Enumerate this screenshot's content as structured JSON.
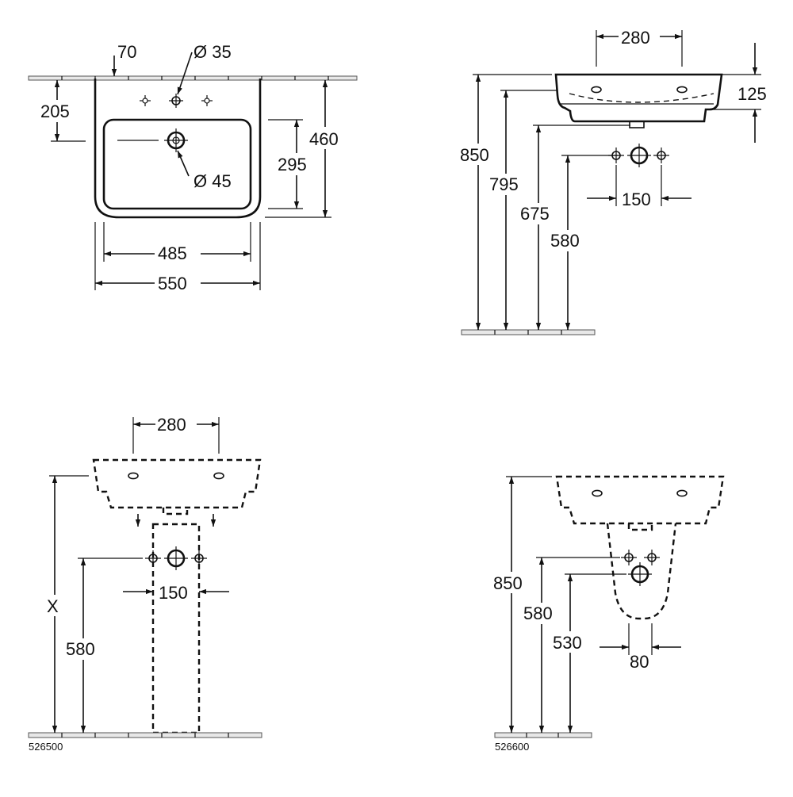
{
  "top_view": {
    "dim_70": "70",
    "dim_tap_hole": "Ø 35",
    "dim_205": "205",
    "dim_460": "460",
    "dim_295": "295",
    "dim_waste": "Ø 45",
    "dim_485": "485",
    "dim_550": "550"
  },
  "side_view": {
    "dim_280": "280",
    "dim_125": "125",
    "dim_850": "850",
    "dim_795": "795",
    "dim_675": "675",
    "dim_580": "580",
    "dim_150": "150"
  },
  "pedestal_view": {
    "dim_280": "280",
    "dim_x": "X",
    "dim_580": "580",
    "dim_150": "150",
    "article_code": "526500"
  },
  "semi_pedestal_view": {
    "dim_850": "850",
    "dim_580": "580",
    "dim_530": "530",
    "dim_80": "80",
    "article_code": "526600"
  }
}
